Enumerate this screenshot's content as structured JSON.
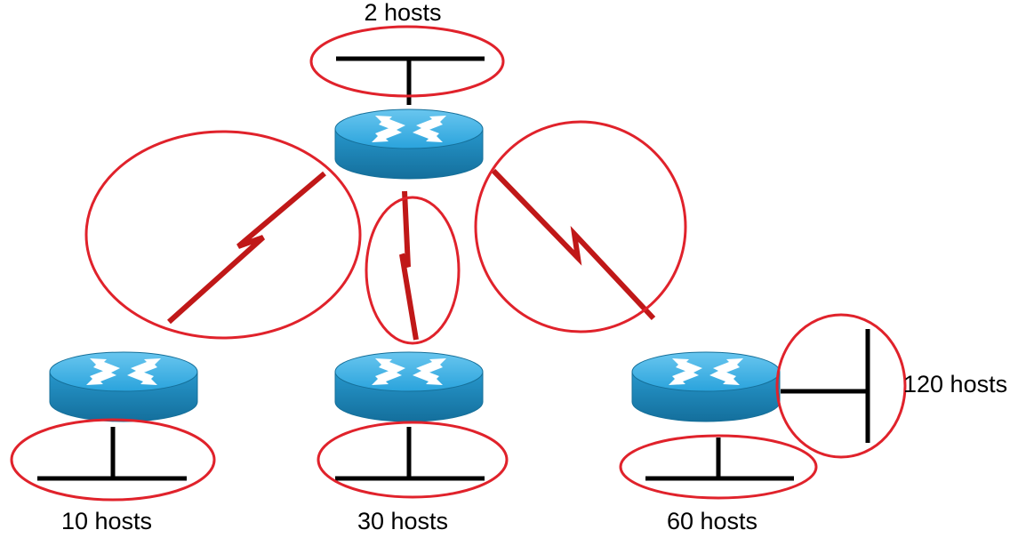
{
  "labels": {
    "top": "2 hosts",
    "left": "10 hosts",
    "center": "30 hosts",
    "right_bottom": "60 hosts",
    "right_side": "120 hosts"
  },
  "colors": {
    "ellipse": "#e0222b",
    "serial_link": "#c01818",
    "router_top": "#3fb3e6",
    "router_side": "#1f8bbd",
    "router_edge": "#156f99",
    "router_arrows": "#ffffff",
    "lan": "#000000"
  },
  "icons": {
    "router": "router-icon"
  }
}
